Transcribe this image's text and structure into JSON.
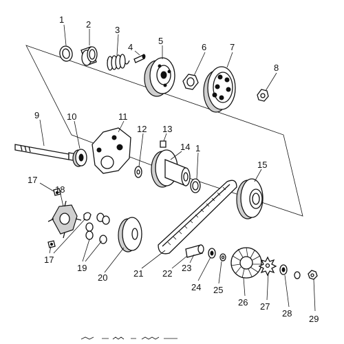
{
  "diagram": {
    "callouts": [
      {
        "id": "c1",
        "label": "1"
      },
      {
        "id": "c2",
        "label": "2"
      },
      {
        "id": "c3",
        "label": "3"
      },
      {
        "id": "c4",
        "label": "4"
      },
      {
        "id": "c5",
        "label": "5"
      },
      {
        "id": "c6",
        "label": "6"
      },
      {
        "id": "c7",
        "label": "7"
      },
      {
        "id": "c8",
        "label": "8"
      },
      {
        "id": "c9",
        "label": "9"
      },
      {
        "id": "c10",
        "label": "10"
      },
      {
        "id": "c11",
        "label": "11"
      },
      {
        "id": "c12",
        "label": "12"
      },
      {
        "id": "c13",
        "label": "13"
      },
      {
        "id": "c14",
        "label": "14"
      },
      {
        "id": "c1b",
        "label": "1"
      },
      {
        "id": "c15",
        "label": "15"
      },
      {
        "id": "c17a",
        "label": "17"
      },
      {
        "id": "c18",
        "label": "18"
      },
      {
        "id": "c17b",
        "label": "17"
      },
      {
        "id": "c19",
        "label": "19"
      },
      {
        "id": "c20",
        "label": "20"
      },
      {
        "id": "c21",
        "label": "21"
      },
      {
        "id": "c22",
        "label": "22"
      },
      {
        "id": "c23",
        "label": "23"
      },
      {
        "id": "c24",
        "label": "24"
      },
      {
        "id": "c25",
        "label": "25"
      },
      {
        "id": "c26",
        "label": "26"
      },
      {
        "id": "c27",
        "label": "27"
      },
      {
        "id": "c28",
        "label": "28"
      },
      {
        "id": "c29",
        "label": "29"
      }
    ]
  }
}
